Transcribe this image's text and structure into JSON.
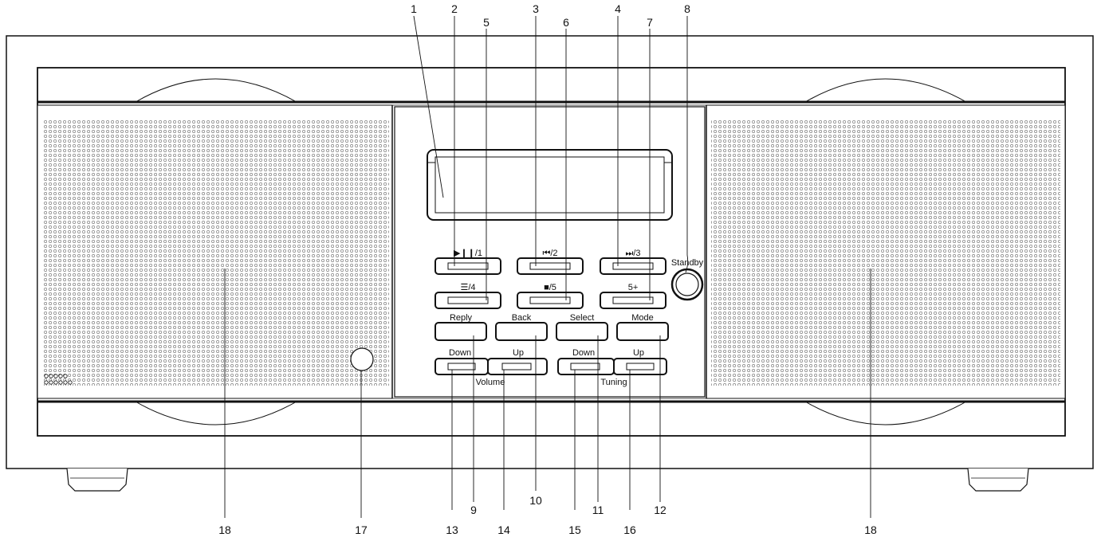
{
  "colors": {
    "line": "#111111",
    "grille_dot": "#555555",
    "background": "#ffffff",
    "panel": "#ffffff"
  },
  "buttons": {
    "play_pause_1": "▶❙❙/1",
    "prev_2": "⏮/2",
    "next_3": "⏭/3",
    "menu_4": "☰/4",
    "stop_5": "■/5",
    "five_plus": "5+",
    "reply": "Reply",
    "back": "Back",
    "select": "Select",
    "mode": "Mode",
    "volume_down": "Down",
    "volume_up": "Up",
    "tuning_down": "Down",
    "tuning_up": "Up",
    "standby": "Standby"
  },
  "group_labels": {
    "volume": "Volume",
    "tuning": "Tuning"
  },
  "callouts": {
    "n1": "1",
    "n2": "2",
    "n3": "3",
    "n4": "4",
    "n5": "5",
    "n6": "6",
    "n7": "7",
    "n8": "8",
    "n9": "9",
    "n10": "10",
    "n11": "11",
    "n12": "12",
    "n13": "13",
    "n14": "14",
    "n15": "15",
    "n16": "16",
    "n17": "17",
    "n18_left": "18",
    "n18_right": "18"
  }
}
